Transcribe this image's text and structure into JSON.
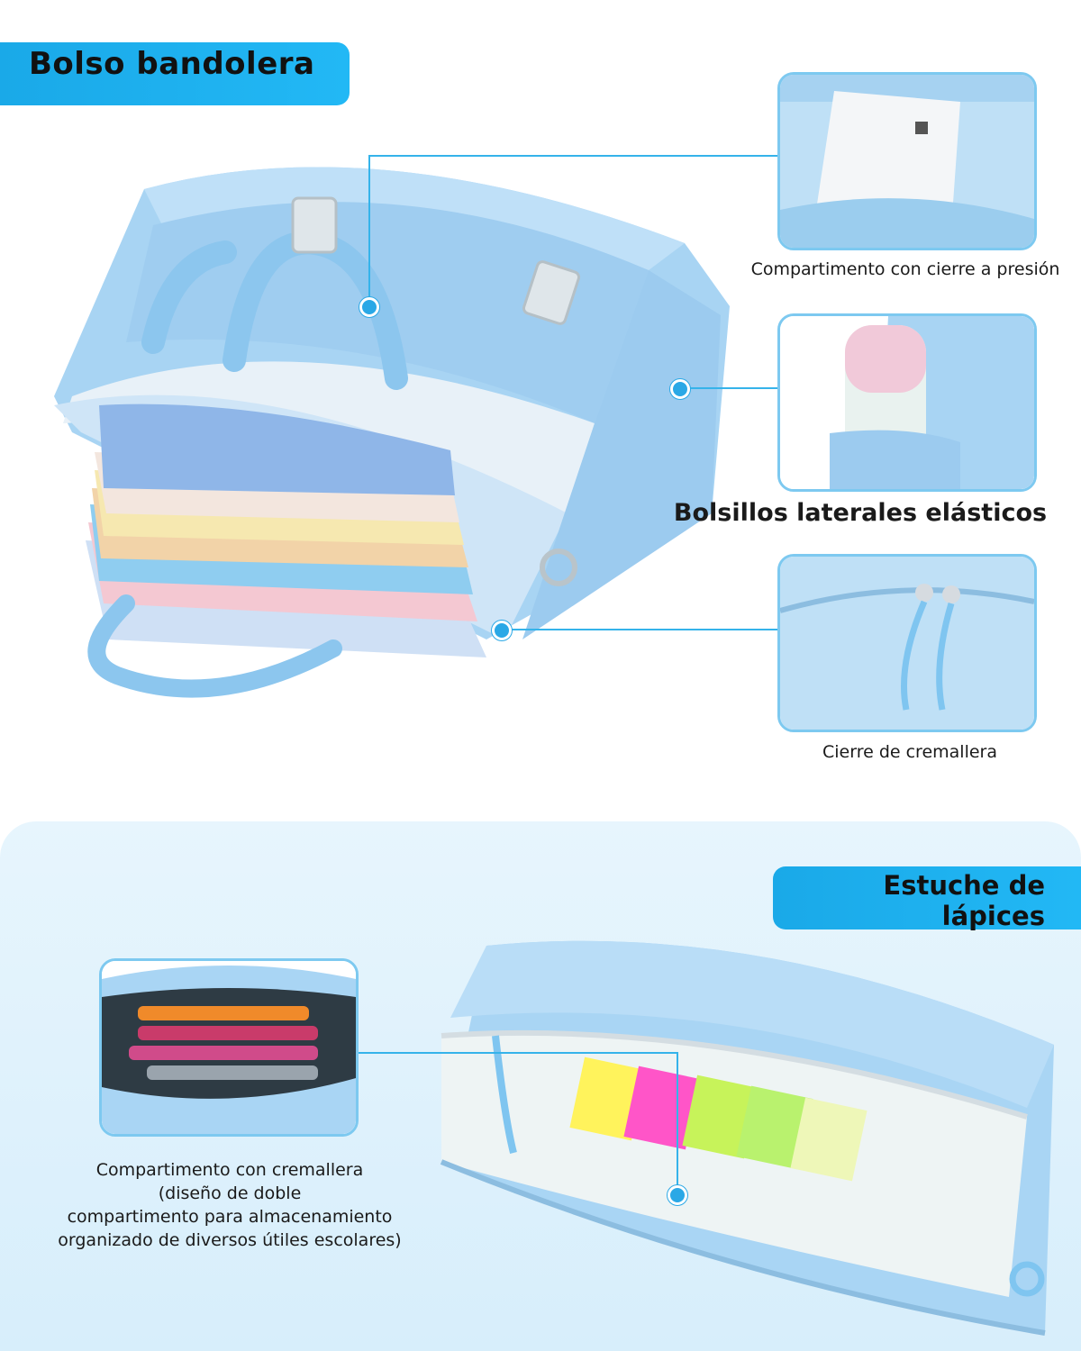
{
  "headings": {
    "bag_title": "Bolso bandolera",
    "case_title": "Estuche de\nlápices"
  },
  "features": {
    "snap_compartment": "Compartimento con cierre a presión",
    "side_pockets": "Bolsillos laterales elásticos",
    "zipper": "Cierre de cremallera",
    "case_compartment": "Compartimento con cremallera\n(diseño de doble\ncompartimento para almacenamiento\norganizado de diversos útiles escolares)"
  },
  "colors": {
    "accent": "#22b8f5",
    "bag": "#a9d6f5",
    "callout_line": "#35b3ea"
  }
}
